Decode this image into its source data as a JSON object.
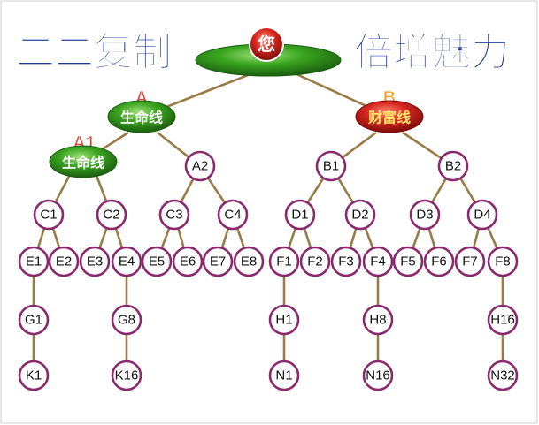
{
  "title_left": "二二复制",
  "title_right": "倍增魅力",
  "root": {
    "label": "您"
  },
  "branch_a": {
    "letter": "A",
    "label": "生命线"
  },
  "branch_b": {
    "letter": "B",
    "label": "财富线"
  },
  "branch_a1": {
    "letter": "A1",
    "label": "生命线"
  },
  "nodes": {
    "A2": "A2",
    "B1": "B1",
    "B2": "B2",
    "C1": "C1",
    "C2": "C2",
    "C3": "C3",
    "C4": "C4",
    "D1": "D1",
    "D2": "D2",
    "D3": "D3",
    "D4": "D4",
    "E1": "E1",
    "E2": "E2",
    "E3": "E3",
    "E4": "E4",
    "E5": "E5",
    "E6": "E6",
    "E7": "E7",
    "E8": "E8",
    "F1": "F1",
    "F2": "F2",
    "F3": "F3",
    "F4": "F4",
    "F5": "F5",
    "F6": "F6",
    "F7": "F7",
    "F8": "F8",
    "G1": "G1",
    "G8": "G8",
    "H1": "H1",
    "H8": "H8",
    "H16": "H16",
    "K1": "K1",
    "K16": "K16",
    "N1": "N1",
    "N16": "N16",
    "N32": "N32"
  },
  "colors": {
    "title": "#1b3a9c",
    "edge": "#9a7a45",
    "node_border": "#8a2a6e",
    "green": "#2e8b1e",
    "red": "#c0141c",
    "letter_red": "#e0483c",
    "letter_gold": "#f2a01c"
  }
}
